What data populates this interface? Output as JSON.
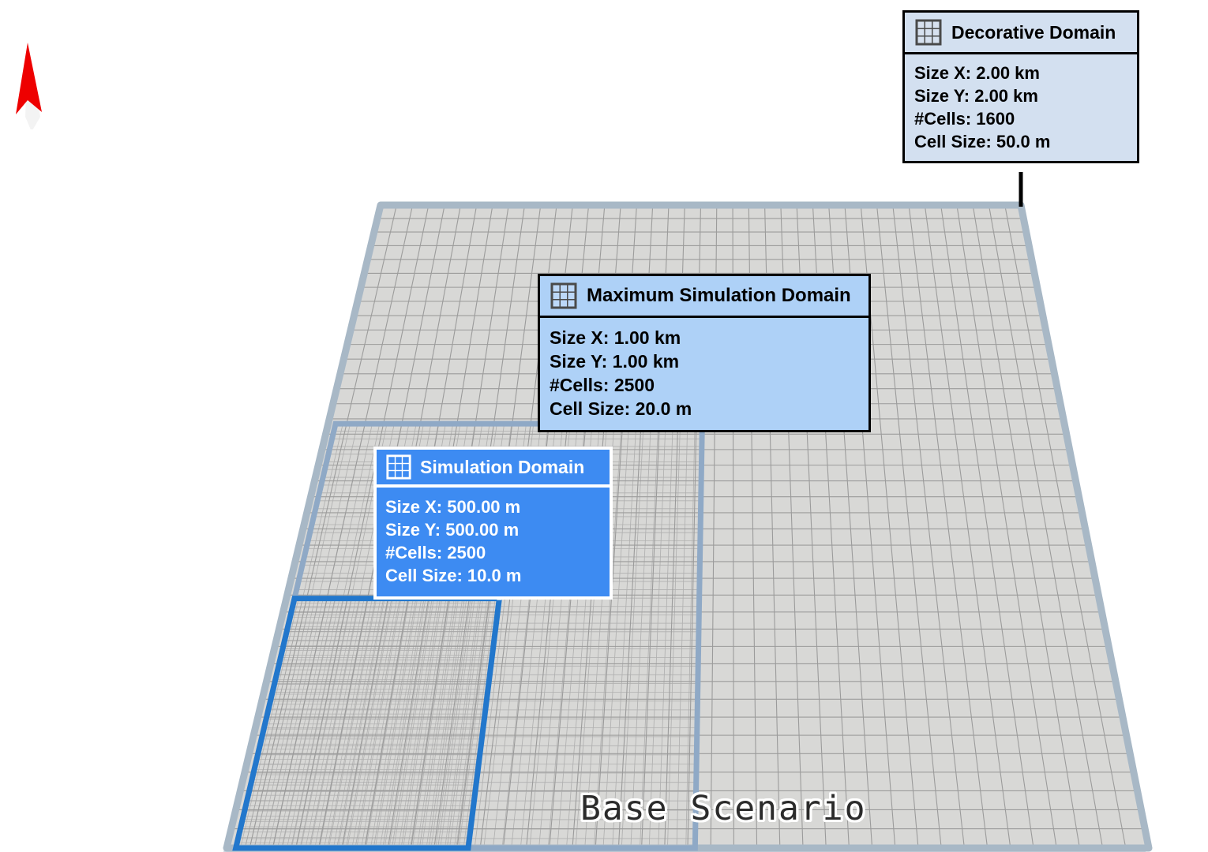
{
  "scene": {
    "label": "Base Scenario",
    "background_color": "#ffffff",
    "plane_fill": "#d8d8d6",
    "plane_border_color": "#a8b8c6",
    "grid_line_color": "#8f8f8f"
  },
  "north_arrow": {
    "icon": "north-arrow-icon",
    "head_color": "#ee0000",
    "tail_color": "#f2f2f2"
  },
  "callouts": [
    {
      "id": "decorative-domain",
      "icon": "grid-3x3-icon",
      "title": "Decorative Domain",
      "rows": [
        "Size X: 2.00 km",
        "Size Y: 2.00 km",
        "#Cells: 1600",
        "Cell Size: 50.0 m"
      ],
      "size_x": "2.00 km",
      "size_y": "2.00 km",
      "cells": "1600",
      "cell_size": "50.0 m",
      "header_bg": "#d3e0f0",
      "body_bg": "#d3e0f0",
      "border_color": "#000000",
      "text_color": "#000000",
      "leader_color": "#000000"
    },
    {
      "id": "maximum-simulation-domain",
      "icon": "grid-3x3-icon",
      "title": "Maximum Simulation Domain",
      "rows": [
        "Size X: 1.00 km",
        "Size Y: 1.00 km",
        "#Cells: 2500",
        "Cell Size: 20.0 m"
      ],
      "size_x": "1.00 km",
      "size_y": "1.00 km",
      "cells": "2500",
      "cell_size": "20.0 m",
      "header_bg": "#aed1f7",
      "body_bg": "#aed1f7",
      "border_color": "#000000",
      "text_color": "#000000",
      "leader_color": "#000000"
    },
    {
      "id": "simulation-domain",
      "icon": "grid-3x3-icon",
      "title": "Simulation Domain",
      "rows": [
        "Size X: 500.00 m",
        "Size Y: 500.00 m",
        "#Cells: 2500",
        "Cell Size: 10.0 m"
      ],
      "size_x": "500.00 m",
      "size_y": "500.00 m",
      "cells": "2500",
      "cell_size": "10.0 m",
      "header_bg": "#3d8bf2",
      "body_bg": "#3d8bf2",
      "border_color": "#ffffff",
      "text_color": "#ffffff",
      "leader_color": "#ffffff"
    }
  ],
  "domains": {
    "decorative": {
      "name": "Decorative Domain",
      "cells_per_side": 40,
      "outline_color": "#a8b8c6"
    },
    "maximum": {
      "name": "Maximum Simulation Domain",
      "cells_per_side": 50,
      "outline_color": "#8fa9c6"
    },
    "simulation": {
      "name": "Simulation Domain",
      "cells_per_side": 50,
      "outline_color": "#2277cc"
    }
  }
}
